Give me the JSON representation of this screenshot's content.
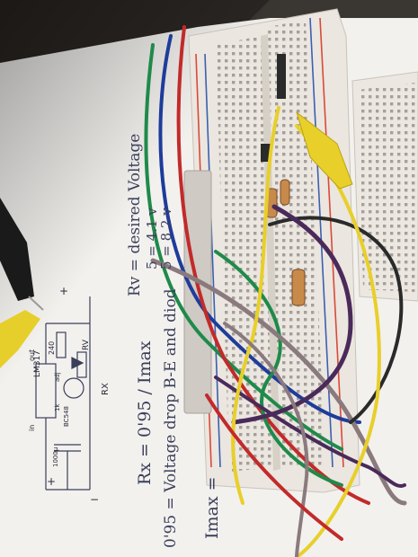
{
  "handwriting": {
    "rv_note": "Rv = desired Voltage",
    "voltage_line_1": "5 = 4.1 v",
    "voltage_line_2": "5 = 8.2 v",
    "rx_formula": "Rx = 0'95 / Imax",
    "vbe_note": "0'95 = Voltage drop B-E and diod",
    "imax_label": "Imax ="
  },
  "schematic": {
    "ic_label": "LM317",
    "in_label": "in",
    "out_label": "out",
    "adj_label": "adj",
    "r1_label": "240",
    "rv_label": "RV",
    "rx_label": "RX",
    "transistor_label": "BC548",
    "r_base_label": "1k",
    "cap_label": "1000µ",
    "plus_in": "+",
    "plus_out": "+",
    "minus": "−"
  },
  "colors": {
    "paper": "#f3f1ee",
    "breadboard": "#ebe6df",
    "rail_red": "#d84a3a",
    "rail_blue": "#3c5fb0",
    "wire_green": "#1f8a4a",
    "wire_yellow": "#e8cf2a",
    "wire_red": "#c22a2a",
    "wire_blue": "#1e3c9a",
    "wire_purple": "#4a2a5a",
    "wire_grey": "#8a7a7e",
    "probe": "#1a1a1a"
  }
}
